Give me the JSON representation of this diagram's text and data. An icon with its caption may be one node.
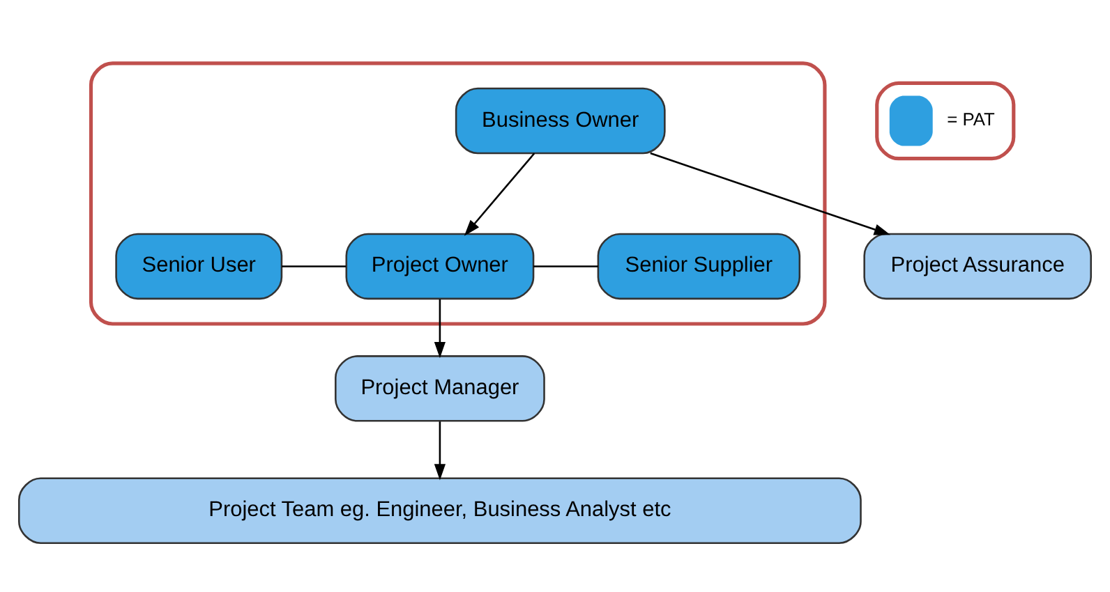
{
  "diagram": {
    "nodes": [
      {
        "text": [],
        "shape": "box"
      },
      {
        "text": [
          "Business Owner"
        ],
        "in": 0
      },
      {
        "text": [
          "Project Assurance"
        ]
      },
      {
        "text": [
          "Senior User"
        ],
        "in": 0
      },
      {
        "text": [
          "Project Owner"
        ],
        "in": 0
      },
      {
        "text": [
          "Senior Supplier"
        ],
        "in": 0
      },
      {
        "text": [
          "Project Manager"
        ]
      },
      {
        "text": [
          "Project Team eg. Engineer, Business Analyst etc"
        ]
      }
    ],
    "edges": [
      {
        "from": 1,
        "to": 2,
        "arrow": "to"
      },
      {
        "from": 1,
        "to": 4,
        "arrow": "to"
      },
      {
        "from": 3,
        "to": 4,
        "arrow": "none"
      },
      {
        "from": 4,
        "to": 5,
        "arrow": "none"
      },
      {
        "from": 4,
        "to": 6,
        "arrow": "to"
      },
      {
        "from": 6,
        "to": 7,
        "arrow": "to"
      }
    ],
    "legend": [
      {
        "text": "= PAT",
        "color": "#2e9fe0"
      }
    ]
  }
}
